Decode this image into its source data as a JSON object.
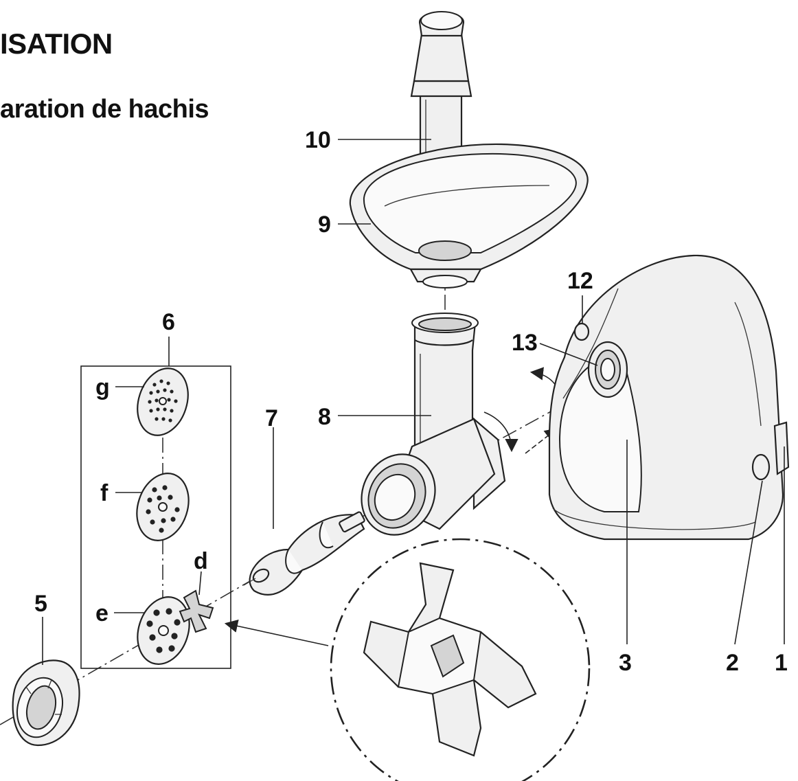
{
  "headings": {
    "section": "ISATION",
    "subsection": "aration de hachis"
  },
  "labels": {
    "motor_unit": "1",
    "control_2": "2",
    "body": "3",
    "ring_nut": "5",
    "disc_set": "6",
    "auger": "7",
    "head": "8",
    "tray": "9",
    "pusher": "10",
    "button_12": "12",
    "drive_13": "13",
    "disc_g": "g",
    "disc_f": "f",
    "disc_e": "e",
    "blade_d": "d"
  }
}
